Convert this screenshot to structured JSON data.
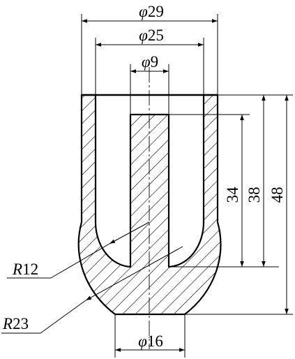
{
  "dimensions": {
    "outer_diameter": {
      "symbol": "φ",
      "value": "29"
    },
    "inner_diameter": {
      "symbol": "φ",
      "value": "25"
    },
    "pin_diameter": {
      "symbol": "φ",
      "value": "9"
    },
    "base_diameter": {
      "symbol": "φ",
      "value": "16"
    },
    "groove_depth": "34",
    "cavity_depth": "38",
    "total_height": "48",
    "inner_radius": {
      "letter": "R",
      "value": "12"
    },
    "outer_radius": {
      "letter": "R",
      "value": "23"
    }
  }
}
